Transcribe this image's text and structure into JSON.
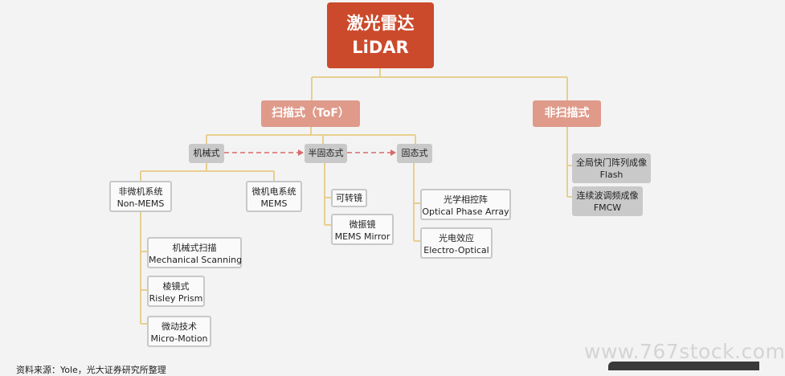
{
  "root": {
    "line1": "激光雷达",
    "line2": "LiDAR"
  },
  "scanning": {
    "label": "扫描式（ToF）",
    "mechanical": {
      "label": "机械式",
      "non_mems": {
        "line1": "非微机系统",
        "line2": "Non-MEMS"
      },
      "mems": {
        "line1": "微机电系统",
        "line2": "MEMS"
      },
      "methods": [
        {
          "line1": "机械式扫描",
          "line2": "Mechanical Scanning"
        },
        {
          "line1": "棱镜式",
          "line2": "Risley Prism"
        },
        {
          "line1": "微动技术",
          "line2": "Micro-Motion"
        }
      ]
    },
    "semi_solid": {
      "label": "半固态式",
      "rotating": "可转镜",
      "mems_mirror": {
        "line1": "微振镜",
        "line2": "MEMS Mirror"
      }
    },
    "solid": {
      "label": "固态式",
      "opa": {
        "line1": "光学相控阵",
        "line2": "Optical Phase Array"
      },
      "eo": {
        "line1": "光电效应",
        "line2": "Electro-Optical"
      }
    }
  },
  "non_scanning": {
    "label": "非扫描式",
    "flash": {
      "line1": "全局快门阵列成像",
      "line2": "Flash"
    },
    "fmcw": {
      "line1": "连续波调频成像",
      "line2": "FMCW"
    }
  },
  "footer": {
    "source": "资料来源：Yole，光大证券研究所整理",
    "watermark": "www.767stock.com"
  },
  "colors": {
    "root": "#cc4a2c",
    "level1": "#df9a8a",
    "level2": "#c9c9c9",
    "connector": "#e8cf8f",
    "dashed_arrow": "#d86a6a"
  }
}
